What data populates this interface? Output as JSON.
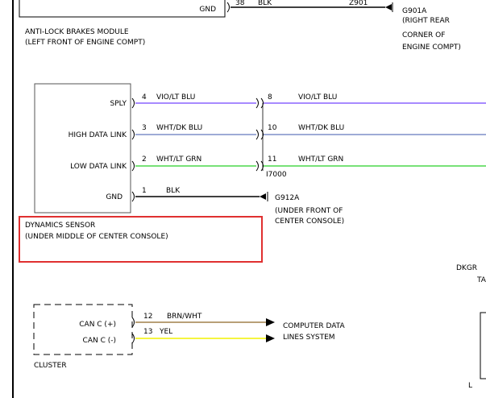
{
  "colors": {
    "vio_lt_blu": "#8a64ff",
    "wht_dk_blu": "#7f8fc8",
    "wht_lt_grn": "#4cd84c",
    "blk": "#000000",
    "brn_wht": "#a0804a",
    "yel": "#f2f200",
    "highlight": "#e03030",
    "box_border": "#555555"
  },
  "top": {
    "pin_label": "GND",
    "pin_num": "38",
    "wire_color": "BLK",
    "circuit": "Z901",
    "ground_id": "G901A",
    "ground_loc": [
      "(RIGHT REAR",
      "CORNER OF",
      "ENGINE COMPT)"
    ],
    "module_name": "ANTI-LOCK BRAKES MODULE",
    "module_loc": "(LEFT FRONT OF ENGINE COMPT)"
  },
  "sensor": {
    "pins": [
      {
        "label": "SPLY",
        "num": "4",
        "wire": "VIO/LT BLU",
        "conn_num": "8",
        "wire2": "VIO/LT BLU"
      },
      {
        "label": "HIGH DATA LINK",
        "num": "3",
        "wire": "WHT/DK BLU",
        "conn_num": "10",
        "wire2": "WHT/DK BLU"
      },
      {
        "label": "LOW DATA LINK",
        "num": "2",
        "wire": "WHT/LT GRN",
        "conn_num": "11",
        "wire2": "WHT/LT GRN"
      },
      {
        "label": "GND",
        "num": "1",
        "wire": "BLK"
      }
    ],
    "connector_id": "I7000",
    "ground_id": "G912A",
    "ground_loc": [
      "(UNDER FRONT OF",
      "CENTER CONSOLE)"
    ],
    "name": "DYNAMICS SENSOR",
    "location": "(UNDER MIDDLE OF CENTER CONSOLE)"
  },
  "right_partial": {
    "line1": "DKGR",
    "line2": "TA"
  },
  "cluster": {
    "pins": [
      {
        "label": "CAN C (+)",
        "num": "12",
        "wire": "BRN/WHT"
      },
      {
        "label": "CAN C (-)",
        "num": "13",
        "wire": "YEL"
      }
    ],
    "name": "CLUSTER",
    "ref": [
      "COMPUTER DATA",
      "LINES SYSTEM"
    ]
  },
  "bottom_right": {
    "letter": "L"
  }
}
